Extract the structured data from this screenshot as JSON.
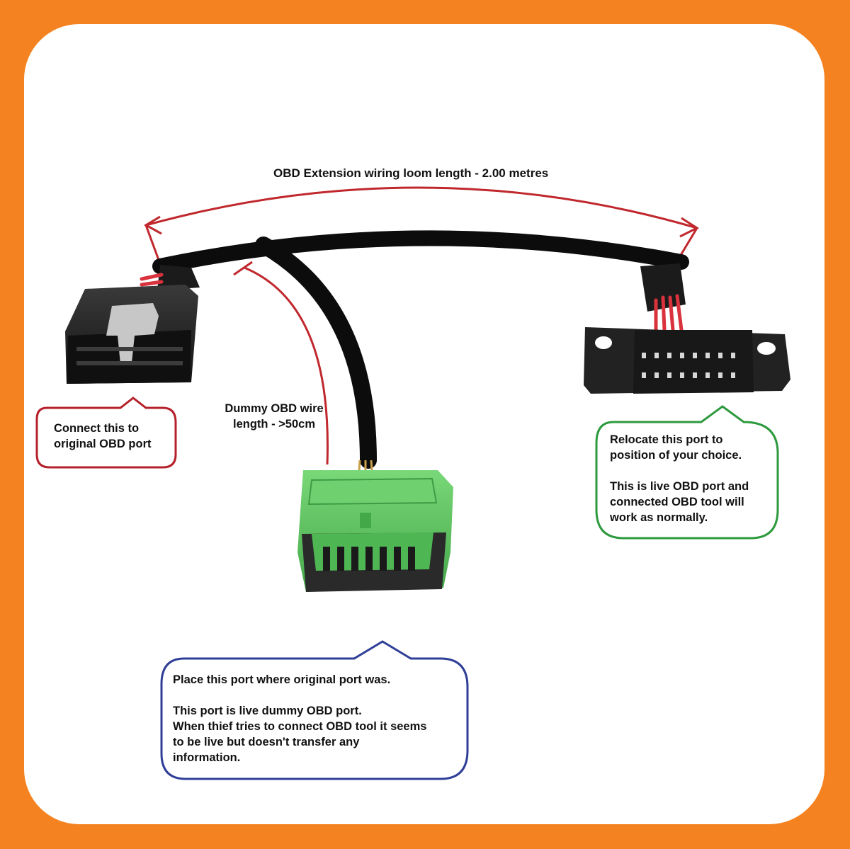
{
  "colors": {
    "frame": "#f58220",
    "panel": "#ffffff",
    "arrow_red": "#c0282d",
    "callout_red": "#b5202a",
    "callout_green": "#2e9a3e",
    "callout_blue": "#2f3f97",
    "cable": "#0c0c0c",
    "dummy_port_green": "#5dc45e"
  },
  "labels": {
    "loom_length": "OBD Extension wiring loom length - 2.00 metres",
    "dummy_wire_length": "Dummy OBD wire\nlength - >50cm"
  },
  "callouts": {
    "original_port": "Connect this to\noriginal OBD port",
    "relocated_port": "Relocate this port to\nposition of your choice.\n\nThis is live OBD port and\nconnected OBD tool will\nwork as normally.",
    "dummy_port": "Place this port where original port was.\n\nThis port is live dummy OBD port.\nWhen thief tries to connect OBD tool it seems\nto be live but doesn't transfer any\ninformation."
  },
  "icons": {
    "male_connector": "obd-male-plug-icon",
    "female_connector": "obd-female-socket-icon",
    "dummy_connector": "obd-dummy-socket-icon"
  }
}
